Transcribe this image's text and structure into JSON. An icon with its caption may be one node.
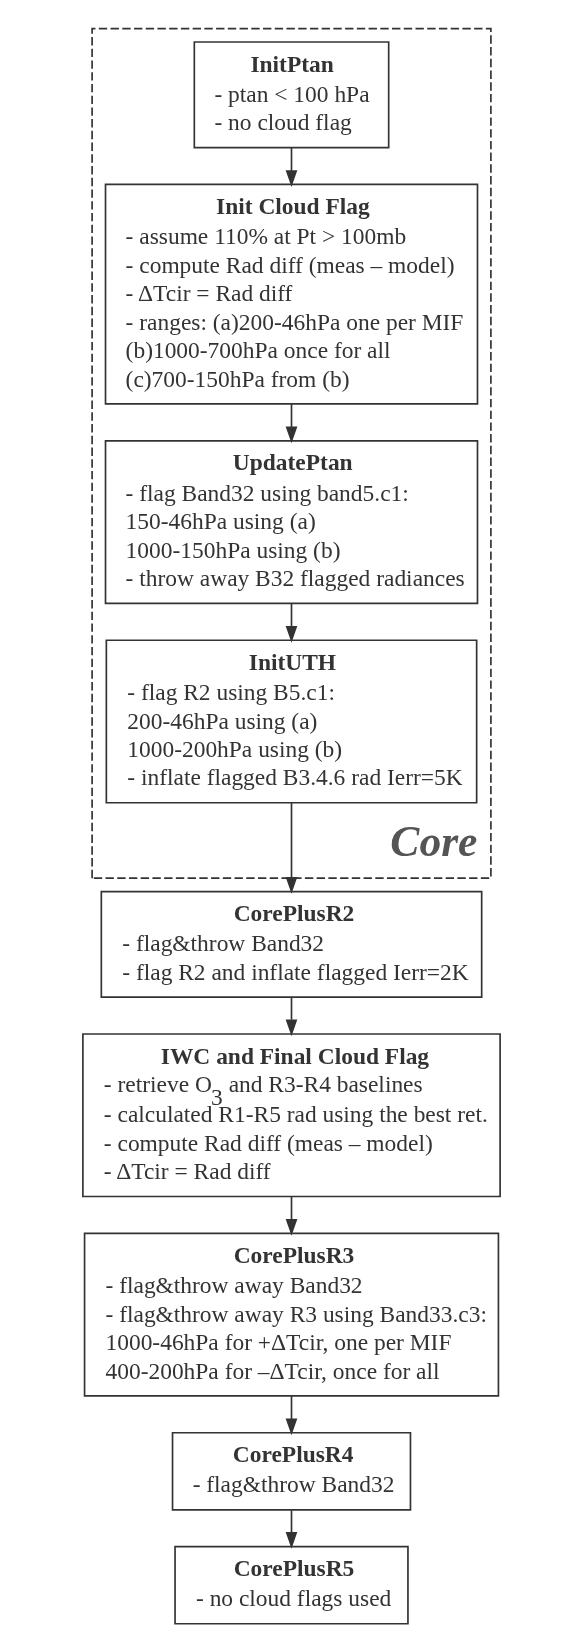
{
  "diagram": {
    "nodes": [
      {
        "text": [
          "Core"
        ]
      },
      {
        "text": [
          "InitPtan",
          "- ptan < 100 hPa",
          "- no cloud flag"
        ],
        "in": 0
      },
      {
        "text": [
          "Init Cloud Flag",
          "- assume 110% at Pt > 100mb",
          "- compute Rad diff (meas – model)",
          "- ΔTcir = Rad diff",
          "- ranges: (a)200-46hPa one per MIF",
          "(b)1000-700hPa once for all",
          "(c)700-150hPa from (b)"
        ],
        "in": 0
      },
      {
        "text": [
          "UpdatePtan",
          "- flag Band32 using band5.c1:",
          "150-46hPa using (a)",
          "1000-150hPa using (b)",
          "- throw away B32 flagged radiances"
        ],
        "in": 0
      },
      {
        "text": [
          "InitUTH",
          "- flag R2 using B5.c1:",
          "200-46hPa using (a)",
          "1000-200hPa using (b)",
          "- inflate flagged B3.4.6 rad Ierr=5K"
        ],
        "in": 0
      },
      {
        "text": [
          "CorePlusR2",
          "- flag&throw Band32",
          "- flag R2 and inflate flagged Ierr=2K"
        ]
      },
      {
        "text": [
          "IWC and Final Cloud Flag",
          "- retrieve O$_{3}$ and R3-R4 baselines",
          "- calculated R1-R5 rad using the best ret.",
          "- compute Rad diff (meas – model)",
          "- ΔTcir = Rad diff"
        ]
      },
      {
        "text": [
          "CorePlusR3",
          "- flag&throw away Band32",
          "- flag&throw away R3 using Band33.c3:",
          "1000-46hPa for +ΔTcir, one per MIF",
          "400-200hPa for –ΔTcir, once for all"
        ]
      },
      {
        "text": [
          "CorePlusR4",
          "- flag&throw Band32"
        ]
      },
      {
        "text": [
          "CorePlusR5",
          "- no cloud flags used"
        ]
      }
    ],
    "edges": [
      {
        "from": 1,
        "to": 2,
        "arrow": "to"
      },
      {
        "from": 2,
        "to": 3,
        "arrow": "to"
      },
      {
        "from": 3,
        "to": 4,
        "arrow": "to"
      },
      {
        "from": 4,
        "to": 5,
        "arrow": "to"
      },
      {
        "from": 5,
        "to": 6,
        "arrow": "to"
      },
      {
        "from": 6,
        "to": 7,
        "arrow": "to"
      },
      {
        "from": 7,
        "to": 8,
        "arrow": "to"
      },
      {
        "from": 8,
        "to": 9,
        "arrow": "to"
      }
    ]
  }
}
